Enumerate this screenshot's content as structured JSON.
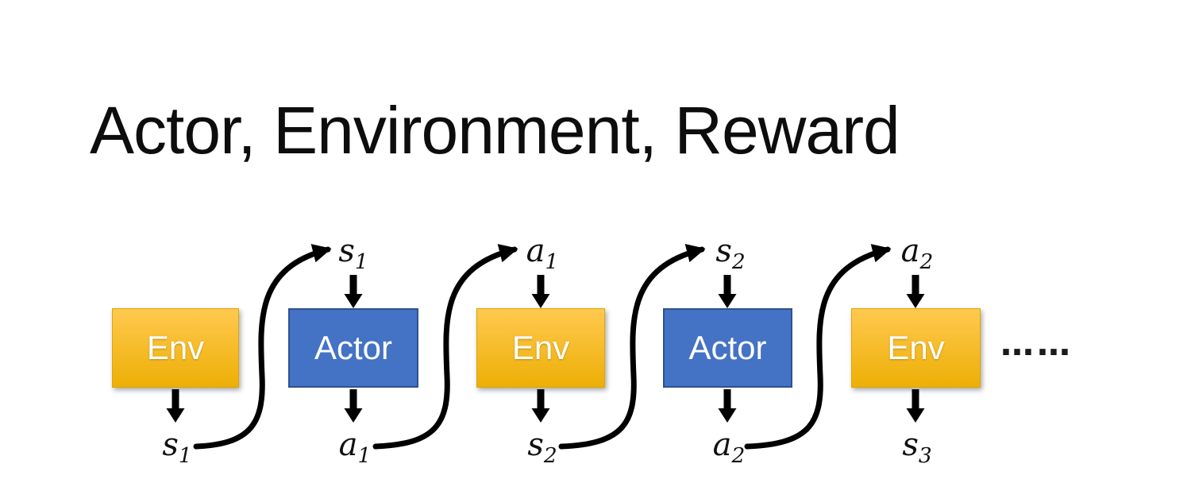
{
  "title": "Actor, Environment, Reward",
  "diagram": {
    "boxes": [
      {
        "label": "Env",
        "type": "env"
      },
      {
        "label": "Actor",
        "type": "actor"
      },
      {
        "label": "Env",
        "type": "env"
      },
      {
        "label": "Actor",
        "type": "actor"
      },
      {
        "label": "Env",
        "type": "env"
      }
    ],
    "top_labels": [
      {
        "base": "s",
        "sub": "1"
      },
      {
        "base": "a",
        "sub": "1"
      },
      {
        "base": "s",
        "sub": "2"
      },
      {
        "base": "a",
        "sub": "2"
      }
    ],
    "bottom_labels": [
      {
        "base": "s",
        "sub": "1"
      },
      {
        "base": "a",
        "sub": "1"
      },
      {
        "base": "s",
        "sub": "2"
      },
      {
        "base": "a",
        "sub": "2"
      },
      {
        "base": "s",
        "sub": "3"
      }
    ],
    "ellipsis": "……",
    "colors": {
      "env_top": "#FFC94F",
      "env_bottom": "#EDAF06",
      "actor_fill": "#4472C4",
      "actor_border": "#2F528F",
      "arrow": "#000000"
    }
  }
}
